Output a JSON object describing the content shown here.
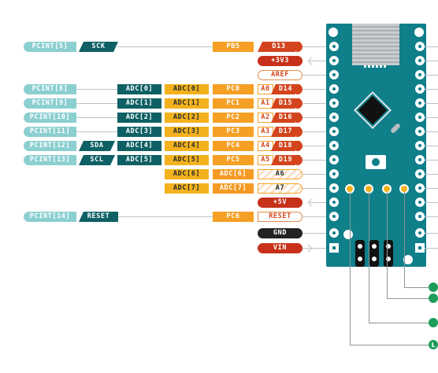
{
  "rows": [
    {
      "id": "d13",
      "pcint": "PCINT[5]",
      "func": "SCK",
      "port": "PB5",
      "pin": "D13"
    },
    {
      "id": "3v3",
      "power": "+3V3"
    },
    {
      "id": "aref",
      "ref": "AREF"
    },
    {
      "id": "d14",
      "pcint": "PCINT[8]",
      "adc": "ADC[0]",
      "adc2": "ADC[0]",
      "port": "PC0",
      "apin": "A0",
      "pin": "D14"
    },
    {
      "id": "d15",
      "pcint": "PCINT[9]",
      "adc": "ADC[1]",
      "adc2": "ADC[1]",
      "port": "PC1",
      "apin": "A1",
      "pin": "D15"
    },
    {
      "id": "d16",
      "pcint": "PCINT[10]",
      "adc": "ADC[2]",
      "adc2": "ADC[2]",
      "port": "PC2",
      "apin": "A2",
      "pin": "D16"
    },
    {
      "id": "d17",
      "pcint": "PCINT[11]",
      "adc": "ADC[3]",
      "adc2": "ADC[3]",
      "port": "PC3",
      "apin": "A3",
      "pin": "D17"
    },
    {
      "id": "d18",
      "pcint": "PCINT[12]",
      "func": "SDA",
      "adc": "ADC[4]",
      "adc2": "ADC[4]",
      "port": "PC4",
      "apin": "A4",
      "pin": "D18"
    },
    {
      "id": "d19",
      "pcint": "PCINT[13]",
      "func": "SCL",
      "adc": "ADC[5]",
      "adc2": "ADC[5]",
      "port": "PC5",
      "apin": "A5",
      "pin": "D19"
    },
    {
      "id": "a6",
      "adc2": "ADC[6]",
      "adc3": "ADC[6]",
      "apin": "A6"
    },
    {
      "id": "a7",
      "adc2": "ADC[7]",
      "adc3": "ADC[7]",
      "apin": "A7"
    },
    {
      "id": "5v",
      "power": "+5V"
    },
    {
      "id": "reset",
      "pcint": "PCINT[14]",
      "func": "RESET",
      "port": "PC6",
      "reset": "RESET"
    },
    {
      "id": "gnd",
      "gnd": "GND"
    },
    {
      "id": "vin",
      "power": "VIN"
    }
  ],
  "legend_letter": "L",
  "colors": {
    "board": "#0f7f8a",
    "digital_pin": "#d3441c",
    "power": "#c7311a",
    "port": "#f5a025",
    "analog": "#f3b11d",
    "pcint": "#8ccfd0",
    "function": "#0f6064",
    "gnd": "#222222",
    "led": "#f3b11d",
    "legend": "#1e9c5b"
  }
}
